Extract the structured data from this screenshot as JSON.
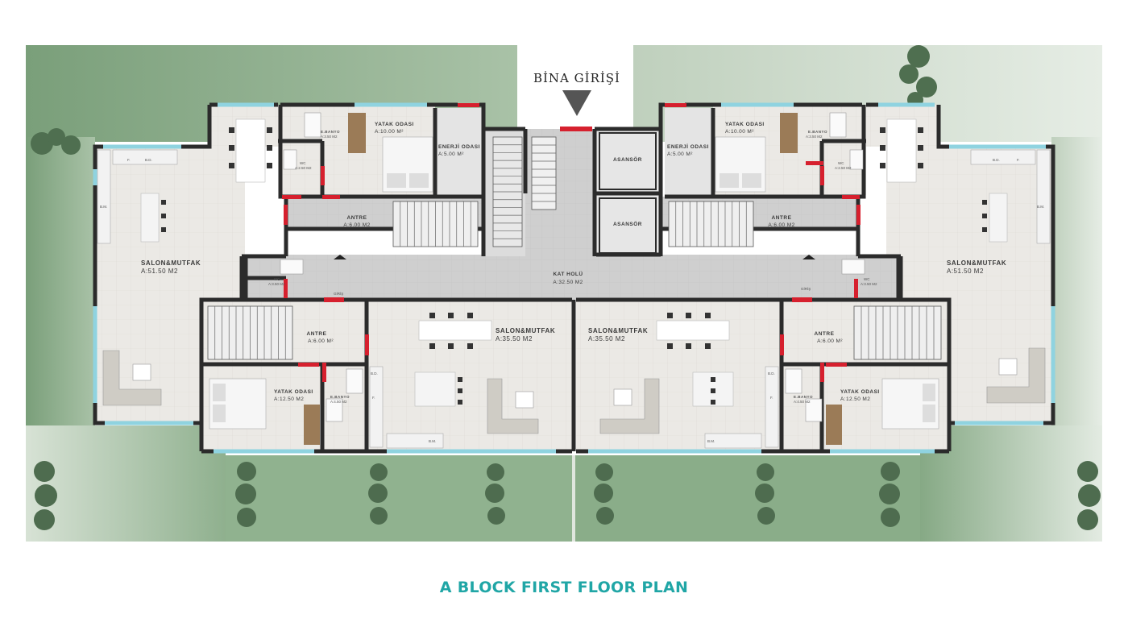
{
  "plan": {
    "entrance_label": "BİNA GİRİŞİ",
    "footer_title": "A BLOCK FIRST FLOOR PLAN",
    "colors": {
      "grass": "#7ea47e",
      "grass_light": "#d8e3d6",
      "wall": "#2b2b2b",
      "floor": "#e9e7e3",
      "corridor": "#cfcfcf",
      "door": "#d6202e",
      "glass": "#8fd3e0",
      "title": "#20a6a6"
    },
    "rooms": {
      "salon_left": {
        "name": "SALON&MUTFAK",
        "area": "A:51.50 M2"
      },
      "salon_right": {
        "name": "SALON&MUTFAK",
        "area": "A:51.50 M2"
      },
      "salon_mid_left": {
        "name": "SALON&MUTFAK",
        "area": "A:35.50 M2"
      },
      "salon_mid_right": {
        "name": "SALON&MUTFAK",
        "area": "A:35.50 M2"
      },
      "kat_holu": {
        "name": "KAT HOLÜ",
        "area": "A:32.50 M2"
      },
      "asansor_1": {
        "name": "ASANSÖR"
      },
      "asansor_2": {
        "name": "ASANSÖR"
      },
      "antre_tl": {
        "name": "ANTRE",
        "area": "A:6.00 M2"
      },
      "antre_tr": {
        "name": "ANTRE",
        "area": "A:6.00 M2"
      },
      "antre_bl": {
        "name": "ANTRE",
        "area": "A:6.00 M²"
      },
      "antre_br": {
        "name": "ANTRE",
        "area": "A:6.00 M²"
      },
      "yatak_tl": {
        "name": "YATAK ODASI",
        "area": "A:10.00 M²"
      },
      "yatak_tr": {
        "name": "YATAK ODASI",
        "area": "A:10.00 M²"
      },
      "yatak_bl": {
        "name": "YATAK ODASI",
        "area": "A:12.50 M2"
      },
      "yatak_br": {
        "name": "YATAK ODASI",
        "area": "A:12.50 M2"
      },
      "enerji_l": {
        "name": "ENERJİ ODASI",
        "area": "A:5.00 M²"
      },
      "enerji_r": {
        "name": "ENERJİ ODASI",
        "area": "A:5.00 M²"
      },
      "ebanyo_tl": {
        "name": "E.BANYO",
        "area": "A:3.50 M2"
      },
      "ebanyo_tr": {
        "name": "E.BANYO",
        "area": "A:3.50 M2"
      },
      "ebanyo_bl": {
        "name": "E.BANYO",
        "area": "A:4.50 M2"
      },
      "ebanyo_br": {
        "name": "E.BANYO",
        "area": "A:4.50 M2"
      },
      "wc_tl": {
        "name": "WC",
        "area": "A:2.50 M2"
      },
      "wc_tr": {
        "name": "WC",
        "area": "A:2.50 M2"
      },
      "wc_ml": {
        "name": "WC",
        "area": "A:3.50 M2"
      },
      "wc_mr": {
        "name": "WC",
        "area": "A:3.50 M2"
      }
    },
    "appliance_labels": {
      "fridge": "F.",
      "dishwasher": "B.D.",
      "washer": "B.M."
    },
    "entry_marks": {
      "left": "GİRİŞ",
      "right": "GİRİŞ"
    }
  }
}
